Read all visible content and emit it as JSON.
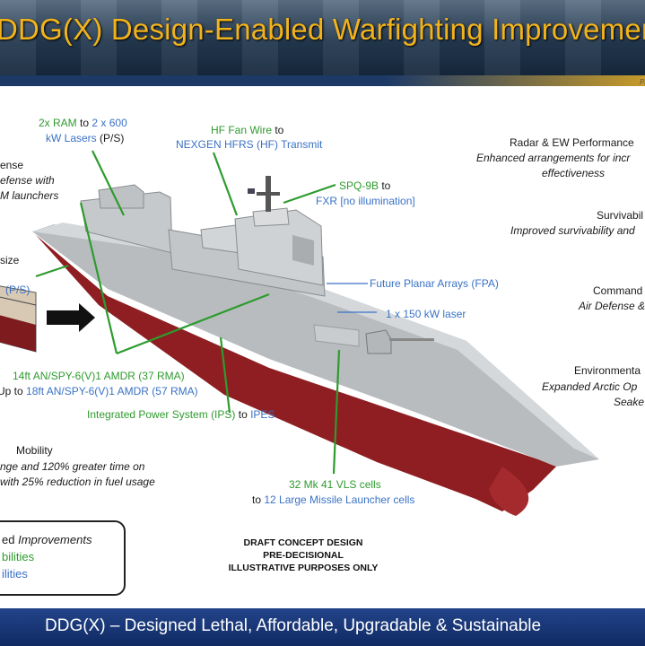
{
  "header": {
    "title": "DDG(X) Design-Enabled Warfighting Improvements",
    "corner_text": "Pr"
  },
  "callouts": {
    "ram": [
      "2x RAM",
      " to ",
      "2 x 600",
      "kW Lasers",
      " (P/S)"
    ],
    "hf": [
      "HF Fan Wire",
      " to",
      "NEXGEN HFRS (HF) Transmit"
    ],
    "spq": [
      "SPQ-9B",
      " to",
      "FXR [no illumination]"
    ],
    "fpa": "Future Planar Arrays (FPA)",
    "laser": "1 x 150 kW laser",
    "amdr14": "14ft AN/SPY-6(V)1 AMDR (37 RMA)",
    "amdr18": [
      "Up to ",
      "18ft AN/SPY-6(V)1 AMDR (57 RMA)"
    ],
    "ips": [
      "Integrated Power System (IPS)",
      " to ",
      "IPES"
    ],
    "vls": [
      "32 Mk 41 VLS cells",
      "to ",
      "12 Large Missile Launcher cells"
    ]
  },
  "left_partial": {
    "defense_title": "ense",
    "defense_line1": "efense with",
    "defense_line2": "M launchers",
    "size": "size",
    "ps": "(P/S)"
  },
  "mobility": {
    "title": "Mobility",
    "line1": "nge and 120% greater time on",
    "line2": "with 25% reduction in fuel usage"
  },
  "right_partial": {
    "radar_title": "Radar & EW Performance",
    "radar_line1": "Enhanced arrangements for incr",
    "radar_line2": "effectiveness",
    "surv_title": "Survivabil",
    "surv_line": "Improved survivability and",
    "command_title": "Command",
    "command_line": "Air Defense &",
    "env_title": "Environmenta",
    "env_line1": "Expanded Arctic Op",
    "env_line2": "Seake"
  },
  "legend": {
    "line1_a": "ed ",
    "line1_b": "Improvements",
    "line2": "bilities",
    "line3": "ilities"
  },
  "draft": {
    "line1": "DRAFT CONCEPT DESIGN",
    "line2": "PRE-DECISIONAL",
    "line3": "ILLUSTRATIVE PURPOSES ONLY"
  },
  "footer": {
    "text": "DDG(X) – Designed Lethal, Affordable, Upgradable & Sustainable"
  },
  "colors": {
    "title_gold": "#f2b31b",
    "upgrade_green": "#2e9b2e",
    "new_blue": "#3a72c6",
    "hull_red": "#8e1e22",
    "hull_gray": "#b8bcbf"
  }
}
